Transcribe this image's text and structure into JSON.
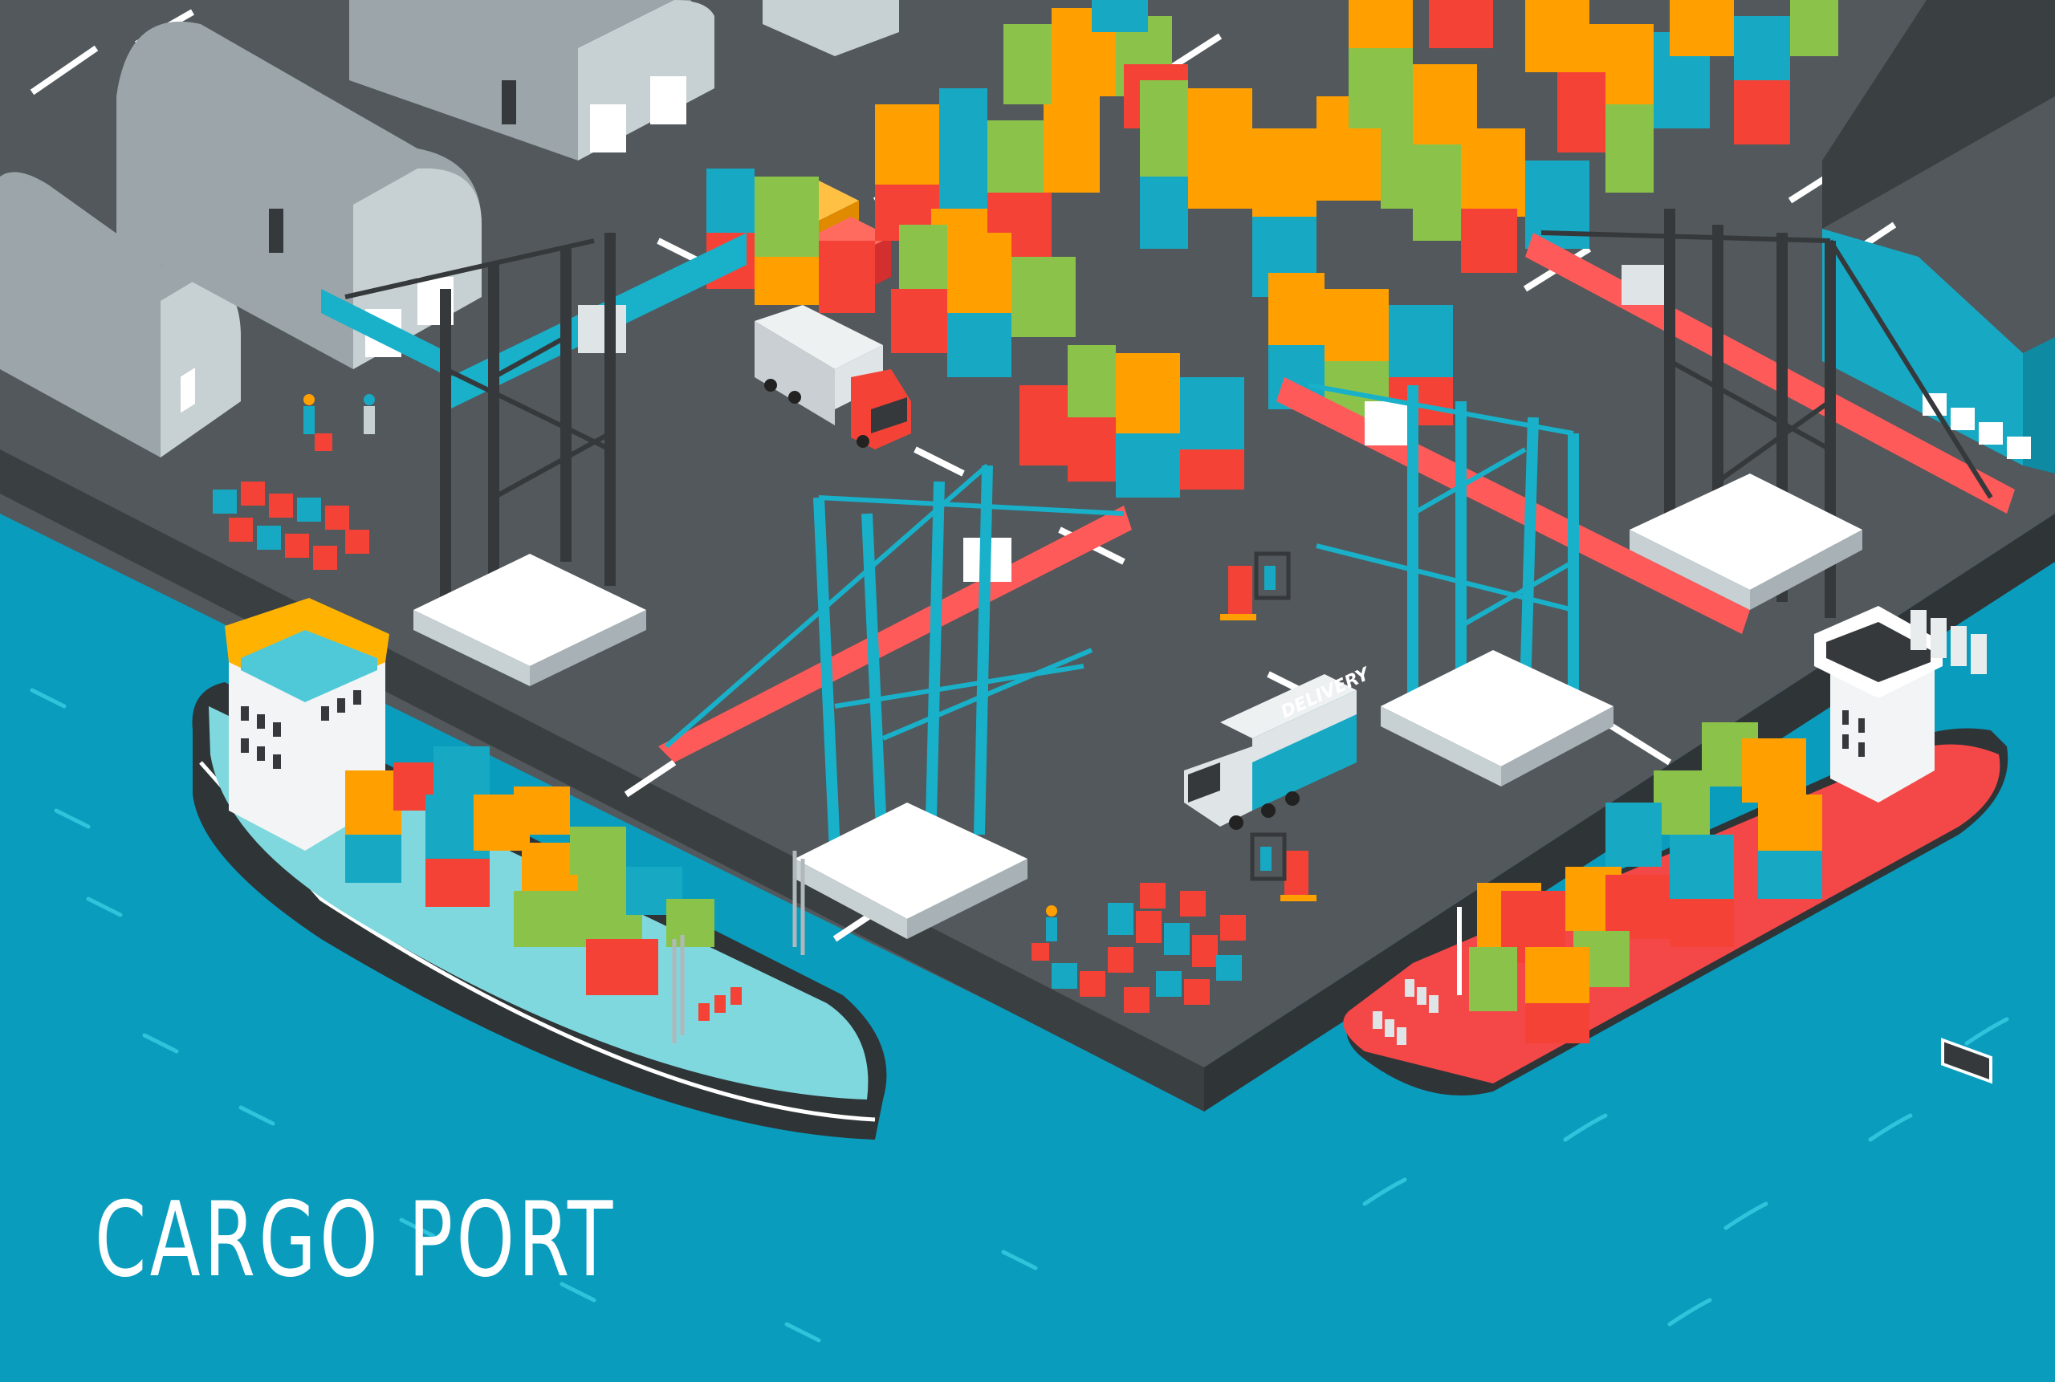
{
  "title": "CARGO PORT",
  "delivery_truck": {
    "label": "DELIVERY"
  },
  "colors": {
    "water": "#0a9cbd",
    "water_ripple": "#2fc3dc",
    "pier_top": "#52585b",
    "pier_side": "#3a3f42",
    "road_marking": "#ffffff",
    "hangar_roof": "#9ba5aa",
    "hangar_front": "#c7d0d3",
    "container_green": "#8bc34a",
    "container_orange": "#ffa000",
    "container_red": "#f44336",
    "container_blue": "#17a9c4",
    "crane_dark": "#35393c",
    "crane_teal": "#19b0c9",
    "crane_boom_red": "#ff5a5a",
    "crane_base": "#ffffff",
    "ship_hull_dark": "#2f3437",
    "ship_deck_teal": "#7fd8de",
    "ship_bridge_orange": "#ffb300",
    "ship_hull_red": "#f44848",
    "warehouse_blue": "#17a9c4",
    "warehouse_roof": "#3a3f42",
    "truck_cab_red": "#f44336",
    "truck_box_grey": "#c9cfd2"
  },
  "scene": {
    "hangars": 3,
    "gantry_cranes": 4,
    "cargo_ships": 2,
    "trucks": 2,
    "forklifts": 2,
    "workers": 4
  }
}
